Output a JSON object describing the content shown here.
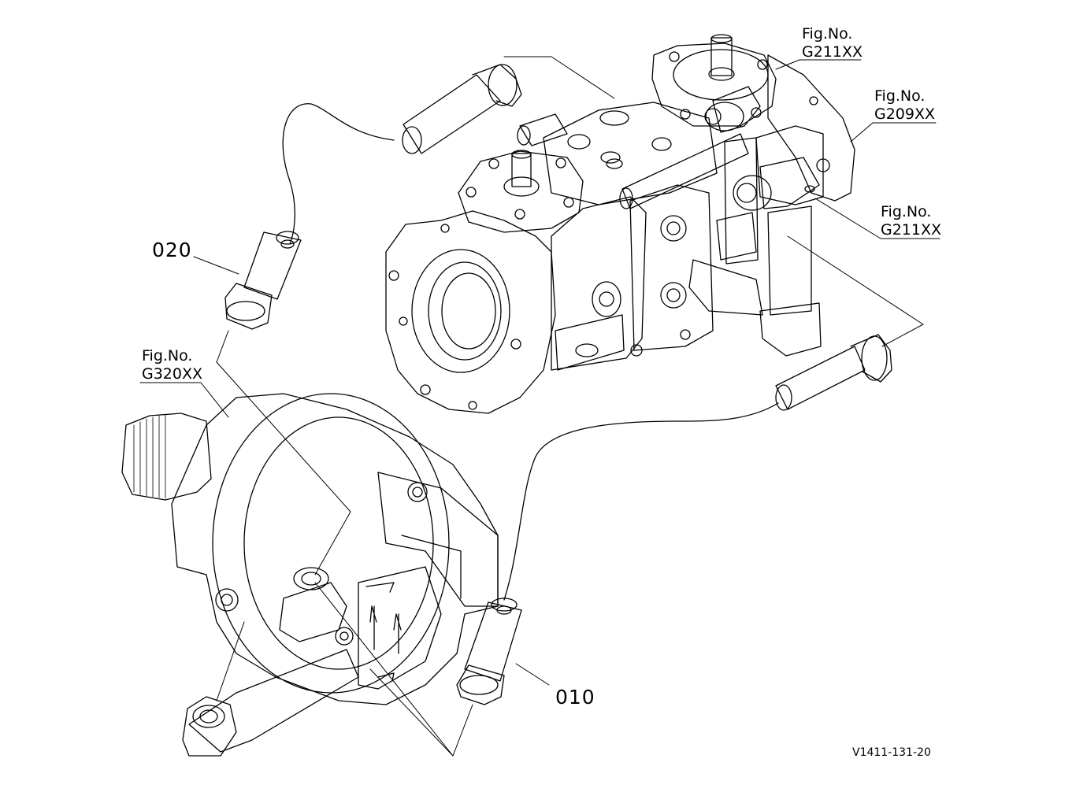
{
  "diagram": {
    "part_numbers": {
      "p010": "010",
      "p020": "020"
    },
    "figure_refs": {
      "g211_top": {
        "fig": "Fig.No.",
        "code": "G211XX"
      },
      "g209": {
        "fig": "Fig.No.",
        "code": "G209XX"
      },
      "g211_mid": {
        "fig": "Fig.No.",
        "code": "G211XX"
      },
      "g320": {
        "fig": "Fig.No.",
        "code": "G320XX"
      }
    },
    "drawing_id": "V1411-131-20"
  }
}
